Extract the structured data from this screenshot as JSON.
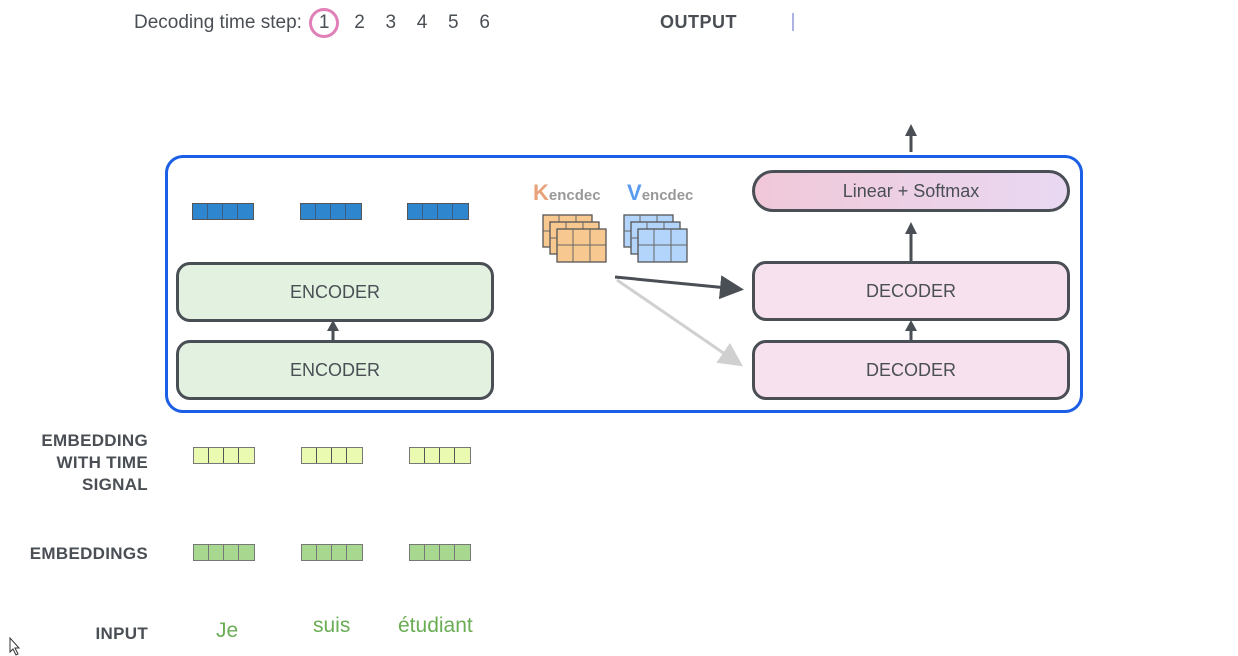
{
  "header": {
    "decoding_label": "Decoding time step:",
    "steps": [
      "1",
      "2",
      "3",
      "4",
      "5",
      "6"
    ],
    "active_step": "1",
    "output_label": "OUTPUT"
  },
  "encoders": [
    {
      "label": "ENCODER"
    },
    {
      "label": "ENCODER"
    }
  ],
  "decoders": [
    {
      "label": "DECODER"
    },
    {
      "label": "DECODER"
    }
  ],
  "linear_softmax": {
    "label": "Linear + Softmax"
  },
  "kv": {
    "k_letter": "K",
    "k_sub": "encdec",
    "k_color": "#e8a27a",
    "v_letter": "V",
    "v_sub": "encdec",
    "v_color": "#5a9cf0"
  },
  "row_labels": {
    "embedding_time": [
      "EMBEDDING",
      "WITH TIME",
      "SIGNAL"
    ],
    "embeddings": "EMBEDDINGS",
    "input": "INPUT"
  },
  "input_words": [
    "Je",
    "suis",
    "étudiant"
  ],
  "colors": {
    "stack_border": "#1a5fe6",
    "encoder_fill": "#e3f2e0",
    "decoder_fill": "#f8e1ef",
    "encoder_output_vec": "#2e86cf",
    "time_signal_vec": "#eafab0",
    "embedding_vec": "#a8d790",
    "active_step_ring": "#e07fb8",
    "input_word": "#6aad55"
  }
}
